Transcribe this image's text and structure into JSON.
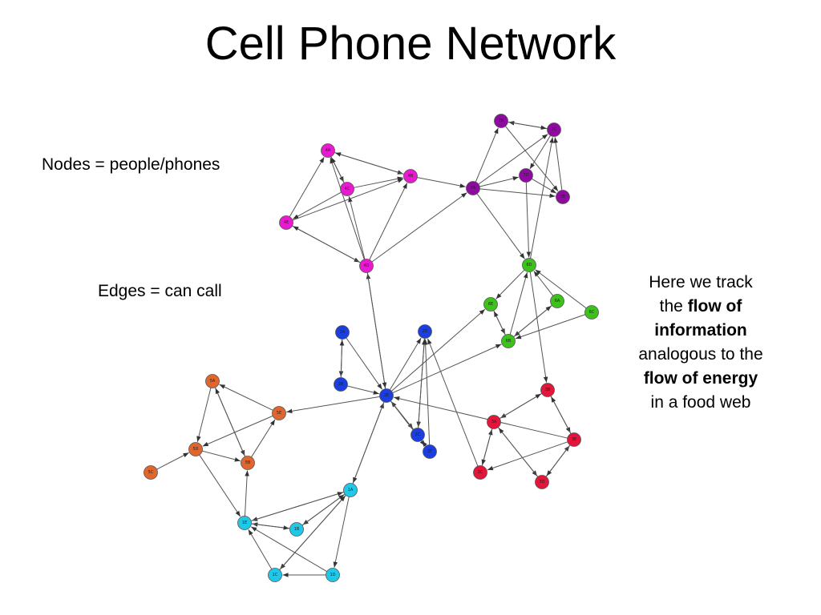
{
  "slide": {
    "title": "Cell Phone Network",
    "nodes_label": "Nodes = people/phones",
    "edges_label": "Edges = can call",
    "note": {
      "line1": "Here we track",
      "line2_pre": "the ",
      "line2_bold": "flow of",
      "line3_bold": "information",
      "line4": "analogous to the",
      "line5_bold": "flow of energy",
      "line6": "in a food web"
    }
  },
  "colors": {
    "group1": "#1fc8e8",
    "group2": "#1a3ee0",
    "group3": "#e0662e",
    "group4": "#e81ad0",
    "group5": "#e3153a",
    "group6": "#3cc21a",
    "group7": "#8e0aa0",
    "edge": "#555555"
  },
  "network": {
    "nodes": [
      {
        "id": "1A",
        "group": "group1"
      },
      {
        "id": "1B",
        "group": "group1"
      },
      {
        "id": "1C",
        "group": "group1"
      },
      {
        "id": "1D",
        "group": "group1"
      },
      {
        "id": "1E",
        "group": "group1"
      },
      {
        "id": "2A",
        "group": "group2"
      },
      {
        "id": "2B",
        "group": "group2"
      },
      {
        "id": "2C",
        "group": "group2"
      },
      {
        "id": "2D",
        "group": "group2"
      },
      {
        "id": "2E",
        "group": "group2"
      },
      {
        "id": "2F",
        "group": "group2"
      },
      {
        "id": "5A",
        "group": "group3"
      },
      {
        "id": "5B",
        "group": "group3"
      },
      {
        "id": "5C",
        "group": "group3"
      },
      {
        "id": "5D",
        "group": "group3"
      },
      {
        "id": "5E",
        "group": "group3"
      },
      {
        "id": "4A",
        "group": "group4"
      },
      {
        "id": "4B",
        "group": "group4"
      },
      {
        "id": "4C",
        "group": "group4"
      },
      {
        "id": "4D",
        "group": "group4"
      },
      {
        "id": "4E",
        "group": "group4"
      },
      {
        "id": "3A",
        "group": "group5"
      },
      {
        "id": "3B",
        "group": "group5"
      },
      {
        "id": "3C",
        "group": "group5"
      },
      {
        "id": "3D",
        "group": "group5"
      },
      {
        "id": "3E",
        "group": "group5"
      },
      {
        "id": "6A",
        "group": "group6"
      },
      {
        "id": "6B",
        "group": "group6"
      },
      {
        "id": "6C",
        "group": "group6"
      },
      {
        "id": "6D",
        "group": "group6"
      },
      {
        "id": "6E",
        "group": "group6"
      },
      {
        "id": "7A",
        "group": "group7"
      },
      {
        "id": "7B",
        "group": "group7"
      },
      {
        "id": "7C",
        "group": "group7"
      },
      {
        "id": "7D",
        "group": "group7"
      },
      {
        "id": "7E",
        "group": "group7"
      }
    ],
    "edges": [
      [
        "1A",
        "1E"
      ],
      [
        "1A",
        "1B"
      ],
      [
        "1A",
        "1C"
      ],
      [
        "1A",
        "1D"
      ],
      [
        "1B",
        "1E"
      ],
      [
        "1E",
        "1B"
      ],
      [
        "1C",
        "1E"
      ],
      [
        "1D",
        "1E"
      ],
      [
        "1D",
        "1C"
      ],
      [
        "1C",
        "1A"
      ],
      [
        "1E",
        "1A"
      ],
      [
        "1B",
        "1A"
      ],
      [
        "1A",
        "2E"
      ],
      [
        "2E",
        "1A"
      ],
      [
        "1E",
        "5B"
      ],
      [
        "5D",
        "1E"
      ],
      [
        "5C",
        "5D"
      ],
      [
        "5D",
        "5B"
      ],
      [
        "5A",
        "5D"
      ],
      [
        "5A",
        "5B"
      ],
      [
        "5B",
        "5A"
      ],
      [
        "5B",
        "5E"
      ],
      [
        "5E",
        "5D"
      ],
      [
        "5E",
        "5A"
      ],
      [
        "2E",
        "5E"
      ],
      [
        "2A",
        "2B"
      ],
      [
        "2B",
        "2A"
      ],
      [
        "2A",
        "2E"
      ],
      [
        "2B",
        "2E"
      ],
      [
        "2E",
        "2C"
      ],
      [
        "2C",
        "2E"
      ],
      [
        "2E",
        "2D"
      ],
      [
        "2D",
        "2C"
      ],
      [
        "2C",
        "2D"
      ],
      [
        "2E",
        "2F"
      ],
      [
        "2F",
        "2D"
      ],
      [
        "2F",
        "2C"
      ],
      [
        "2E",
        "4D"
      ],
      [
        "4D",
        "2E"
      ],
      [
        "2E",
        "6B"
      ],
      [
        "2E",
        "6E"
      ],
      [
        "3E",
        "2E"
      ],
      [
        "3C",
        "2D"
      ],
      [
        "3E",
        "3C"
      ],
      [
        "3C",
        "3A"
      ],
      [
        "3A",
        "3C"
      ],
      [
        "3B",
        "3E"
      ],
      [
        "3D",
        "3E"
      ],
      [
        "3E",
        "3D"
      ],
      [
        "3A",
        "3D"
      ],
      [
        "3D",
        "3A"
      ],
      [
        "3B",
        "3A"
      ],
      [
        "3A",
        "3B"
      ],
      [
        "3E",
        "3B"
      ],
      [
        "6D",
        "3B"
      ],
      [
        "4A",
        "4B"
      ],
      [
        "4B",
        "4A"
      ],
      [
        "4A",
        "4C"
      ],
      [
        "4C",
        "4A"
      ],
      [
        "4C",
        "4B"
      ],
      [
        "4C",
        "4E"
      ],
      [
        "4D",
        "4C"
      ],
      [
        "4E",
        "4D"
      ],
      [
        "4D",
        "4E"
      ],
      [
        "4E",
        "4A"
      ],
      [
        "4D",
        "4A"
      ],
      [
        "4D",
        "4B"
      ],
      [
        "4B",
        "7A"
      ],
      [
        "4D",
        "7A"
      ],
      [
        "4E",
        "4B"
      ],
      [
        "7A",
        "7B"
      ],
      [
        "7A",
        "7C"
      ],
      [
        "7A",
        "7D"
      ],
      [
        "7A",
        "7E"
      ],
      [
        "7B",
        "7E"
      ],
      [
        "7C",
        "7B"
      ],
      [
        "7C",
        "7D"
      ],
      [
        "7D",
        "7E"
      ],
      [
        "7E",
        "7C"
      ],
      [
        "7B",
        "7C"
      ],
      [
        "7A",
        "6D"
      ],
      [
        "7D",
        "6D"
      ],
      [
        "6D",
        "7C"
      ],
      [
        "6D",
        "6E"
      ],
      [
        "6E",
        "6B"
      ],
      [
        "6B",
        "6D"
      ],
      [
        "6A",
        "6B"
      ],
      [
        "6C",
        "6B"
      ],
      [
        "6C",
        "6D"
      ],
      [
        "6B",
        "6A"
      ],
      [
        "6B",
        "6E"
      ],
      [
        "6A",
        "6D"
      ]
    ]
  }
}
